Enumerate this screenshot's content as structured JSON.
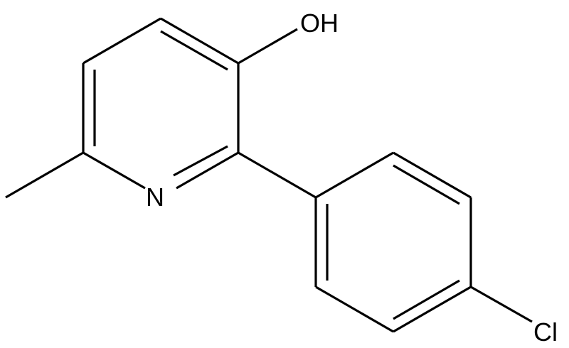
{
  "atoms": {
    "hydroxyl": "OH",
    "nitrogen": "N",
    "chlorine": "Cl"
  },
  "colors": {
    "bond": "#000000",
    "background": "#ffffff"
  }
}
